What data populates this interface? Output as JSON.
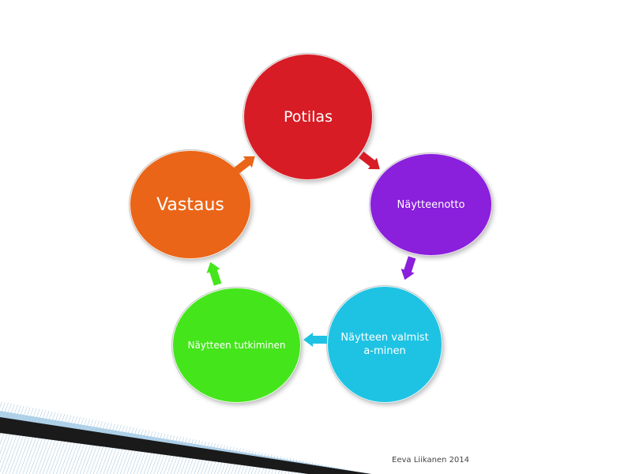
{
  "diagram": {
    "nodes": [
      {
        "label": "Potilas",
        "color": "#d71c25"
      },
      {
        "label": "Näytteenotto",
        "color": "#8a1fdc"
      },
      {
        "label": "Näytteen valmista-minen",
        "color": "#1ec3e3"
      },
      {
        "label": "Näytteen tutkiminen",
        "color": "#45e51c"
      },
      {
        "label": "Vastaus",
        "color": "#ea6518"
      }
    ],
    "arrow_colors": [
      "#d71c25",
      "#8a1fdc",
      "#1ec3e3",
      "#45e51c",
      "#ea6518"
    ]
  },
  "footer": {
    "author": "Eeva Liikanen 2014"
  }
}
